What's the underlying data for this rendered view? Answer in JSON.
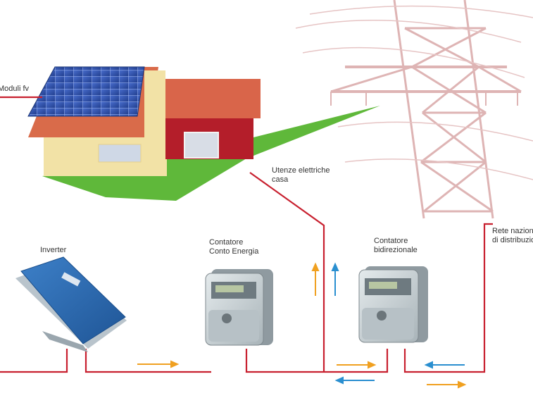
{
  "labels": {
    "solar_modules": "Moduli fv",
    "household_loads_line1": "Utenze elettriche",
    "household_loads_line2": "casa",
    "inverter": "Inverter",
    "meter_energy_line1": "Contatore",
    "meter_energy_line2": "Conto Energia",
    "meter_bidirectional_line1": "Contatore",
    "meter_bidirectional_line2": "bidirezionale",
    "grid_line1": "Rete nazionale",
    "grid_line2": "di distribuzione"
  },
  "colors": {
    "wire": "#c8202f",
    "flow_produced": "#f0a020",
    "flow_grid": "#2a8fd0",
    "lawn": "#5fb83a",
    "roof": "#d96b4a",
    "wall": "#f2e2a6",
    "garage": "#b41e2a",
    "pylon": "#d9a8a8",
    "inverter_body": "#2f6db5",
    "meter_body": "#c9d2d6"
  }
}
